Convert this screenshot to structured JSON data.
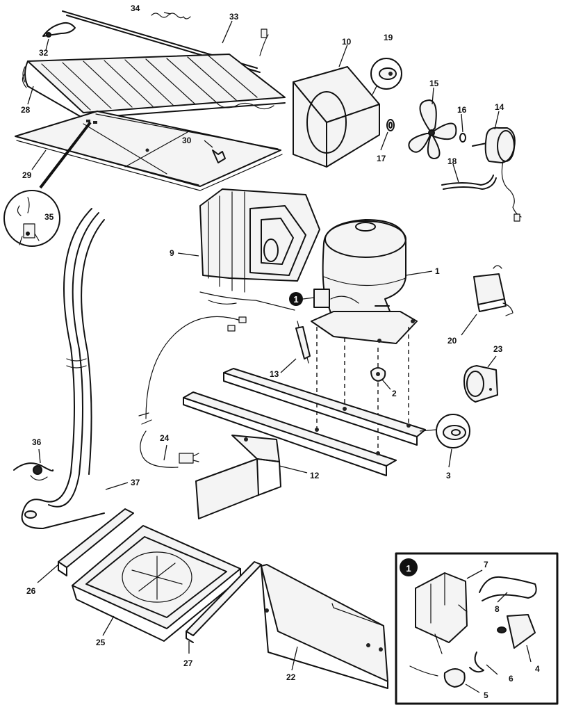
{
  "diagram": {
    "labels": {
      "l1": "1",
      "l2": "2",
      "l3": "3",
      "l4": "4",
      "l5": "5",
      "l6": "6",
      "l7": "7",
      "l8": "8",
      "l9": "9",
      "l10": "10",
      "l12": "12",
      "l13": "13",
      "l14": "14",
      "l15": "15",
      "l16": "16",
      "l17": "17",
      "l18": "18",
      "l19": "19",
      "l20": "20",
      "l22": "22",
      "l23": "23",
      "l24": "24",
      "l25": "25",
      "l26": "26",
      "l27": "27",
      "l28": "28",
      "l29": "29",
      "l30": "30",
      "l32": "32",
      "l33": "33",
      "l34": "34",
      "l35": "35",
      "l36": "36",
      "l37": "37"
    },
    "detail_ref": "1"
  }
}
